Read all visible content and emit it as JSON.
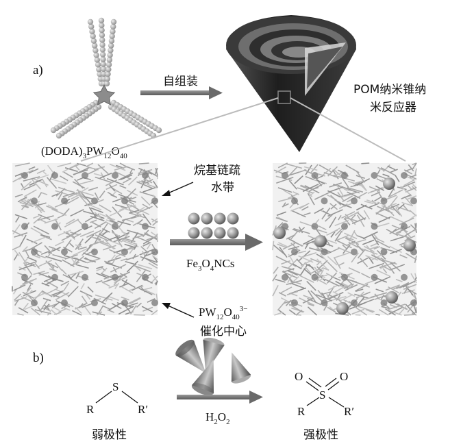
{
  "panel_a_label": "a)",
  "panel_b_label": "b)",
  "self_assembly_label": "自组装",
  "precursor_formula": {
    "main": "(DODA)",
    "sub3": "3",
    "pw": "PW",
    "sub12": "12",
    "o": "O",
    "sub40": "40"
  },
  "nanocone_label_line1": "POM纳米锥纳",
  "nanocone_label_line2": "米反应器",
  "alkyl_band_line1": "烷基链疏",
  "alkyl_band_line2": "水带",
  "nanocrystal_formula": {
    "fe": "Fe",
    "sub3": "3",
    "o": "O",
    "sub4": "4",
    "ncs": "NCs"
  },
  "catalytic_center": {
    "pw": "PW",
    "sub12": "12",
    "o": "O",
    "sub40": "40",
    "charge": "3−",
    "line2": "催化中心"
  },
  "reactant": {
    "s": "S",
    "r": "R",
    "r_prime": "R′",
    "label": "弱极性"
  },
  "oxidant": {
    "h": "H",
    "sub2a": "2",
    "o": "O",
    "sub2b": "2"
  },
  "product": {
    "s": "S",
    "o1": "O",
    "o2": "O",
    "r": "R",
    "r_prime": "R′",
    "label": "强极性"
  },
  "colors": {
    "arrow": "#7a7a7a",
    "cone_dark": "#2a2a2a",
    "lattice": "#a8a8a8",
    "sphere": "#9a9a9a"
  }
}
